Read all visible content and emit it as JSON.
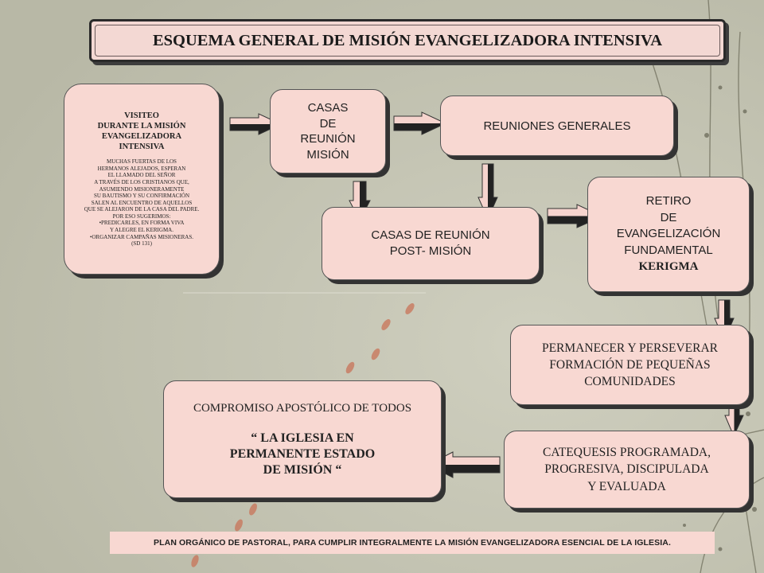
{
  "title": "ESQUEMA GENERAL DE MISIÓN EVANGELIZADORA INTENSIVA",
  "visite": {
    "heading": [
      "VISITEO",
      "DURANTE  LA MISIÓN",
      "EVANGELIZADORA",
      "INTENSIVA"
    ],
    "body": [
      "MUCHAS FUERTAS DE LOS",
      "HERMANOS ALEJADOS, ESPERAN",
      "EL LLAMADO DEL SEÑOR",
      "A TRAVÉS DE LOS CRISTIANOS QUE,",
      "ASUMIENDO MISIONERAMENTE",
      "SU BAUTISMO Y SU CONFIRMACIÓN",
      "SALEN AL ENCUENTRO DE AQUELLOS",
      "QUE SE ALEJARON DE LA CASA DEL PADRE.",
      "POR ESO SUGERIMOS:",
      "•PREDICARLES, EN FORMA VIVA",
      "Y ALEGRE EL KERIGMA.",
      "•ORGANIZAR CAMPAÑAS MISIONERAS.",
      "(SD 131)"
    ]
  },
  "casas_mision": [
    "CASAS",
    "DE",
    "REUNIÓN",
    "MISIÓN"
  ],
  "reuniones": "REUNIONES  GENERALES",
  "casas_post": [
    "CASAS  DE  REUNIÓN",
    "POST- MISIÓN"
  ],
  "retiro": [
    "RETIRO",
    "DE",
    "EVANGELIZACIÓN",
    "FUNDAMENTAL"
  ],
  "retiro_kerigma": "KERIGMA",
  "permanecer": [
    "PERMANECER Y  PERSEVERAR",
    "FORMACIÓN DE PEQUEÑAS",
    "COMUNIDADES"
  ],
  "catequesis": [
    "CATEQUESIS PROGRAMADA,",
    "PROGRESIVA, DISCIPULADA",
    "Y EVALUADA"
  ],
  "compromiso": {
    "line1": "COMPROMISO APOSTÓLICO DE TODOS",
    "bold": [
      "“ LA IGLESIA EN",
      "PERMANENTE ESTADO",
      "DE MISIÓN “"
    ]
  },
  "footer": "PLAN ORGÁNICO DE PASTORAL, PARA CUMPLIR  INTEGRALMENTE LA MISIÓN EVANGELIZADORA ESENCIAL DE LA IGLESIA."
}
